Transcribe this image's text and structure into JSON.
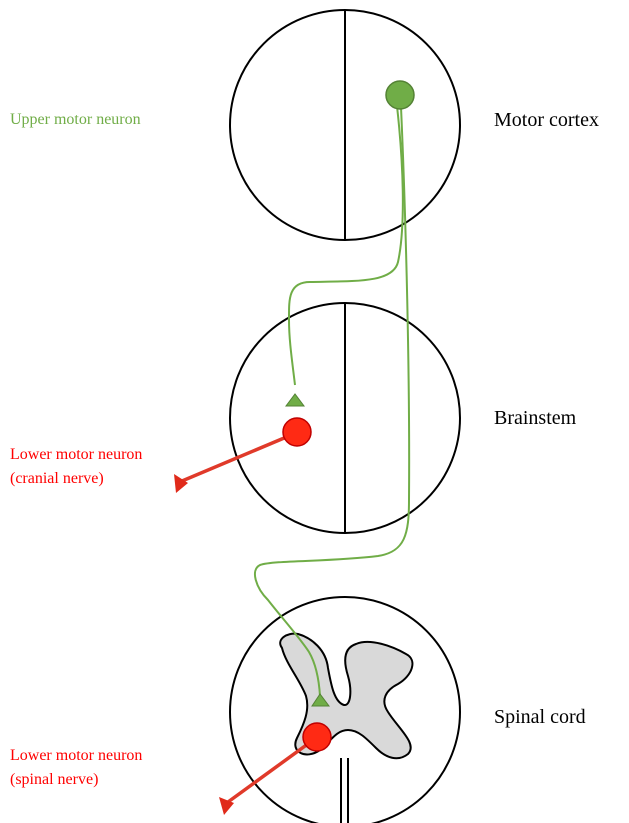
{
  "labels": {
    "upper_motor_neuron": "Upper motor neuron",
    "motor_cortex": "Motor cortex",
    "brainstem": "Brainstem",
    "spinal_cord": "Spinal cord",
    "lmn_cranial_line1": "Lower motor neuron",
    "lmn_cranial_line2": "(cranial nerve)",
    "lmn_spinal_line1": "Lower motor neuron",
    "lmn_spinal_line2": "(spinal nerve)"
  },
  "colors": {
    "upper_neuron": "#70ad47",
    "upper_neuron_dark": "#548235",
    "lower_neuron": "#ff0000",
    "lower_neuron_fill": "#ff2a14",
    "gray_matter": "#d9d9d9",
    "outline": "#000000"
  }
}
